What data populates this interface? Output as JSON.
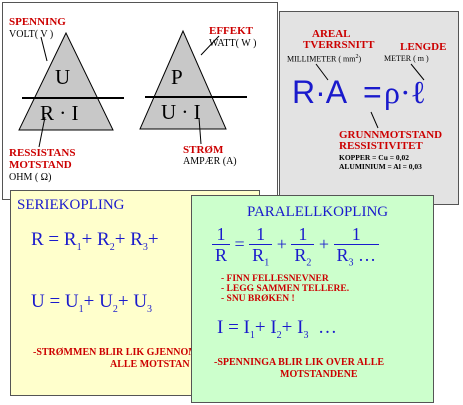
{
  "card_ohm": {
    "triangle_left": {
      "top": "U",
      "bottom": "R · I",
      "label_top_red": "SPENNING",
      "label_top_black": "VOLT( V )",
      "label_bottom_red_1": "RESSISTANS",
      "label_bottom_red_2": "MOTSTAND",
      "label_bottom_black": "OHM ( Ω)"
    },
    "triangle_right": {
      "top": "P",
      "bottom": "U · I",
      "label_top_red": "EFFEKT",
      "label_top_black": "WATT( W )",
      "label_bottom_red": "STRØM",
      "label_bottom_black": "AMPÆR (A)"
    }
  },
  "card_resistivity": {
    "areal_1": "AREAL",
    "areal_2": "TVERRSNITT",
    "areal_unit": "MILLIMETER",
    "areal_unit_sup": "2",
    "areal_unit_mm": "( mm",
    "areal_unit_close": ")",
    "lengde": "LENGDE",
    "lengde_unit": "METER ( m )",
    "formula_left": "R·A",
    "formula_eq": "=",
    "formula_right": "ρ·ℓ",
    "grunn_1": "GRUNNMOTSTAND",
    "grunn_2": "RESSISTIVITET",
    "kopper": "KOPPER = Cu = 0,02",
    "aluminium": "ALUMINIUM = Al = 0,03"
  },
  "card_serie": {
    "title": "SERIEKOPLING",
    "r_lhs": "R = R",
    "r_1": "1",
    "r_plus1": "+  R",
    "r_2": "2",
    "r_plus2": "+  R",
    "r_3": "3",
    "r_plus3": "+",
    "u_lhs": "U = U",
    "u_1": "1",
    "u_plus1": "+  U",
    "u_2": "2",
    "u_plus2": "+  U",
    "u_3": "3",
    "note_1": "-STRØMMEN BLIR LIK GJENNOM",
    "note_2": "ALLE MOTSTAN"
  },
  "card_parallel": {
    "title": "PARALELLKOPLING",
    "f_one": "1",
    "f_R": "R",
    "f_eq": "=",
    "f_R1": "R",
    "f_R1_sub": "1",
    "f_plus": "+",
    "f_R2": "R",
    "f_R2_sub": "2",
    "f_R3": "R",
    "f_R3_sub": "3",
    "f_dots": "…",
    "steps": [
      "- FINN FELLESNEVNER",
      "- LEGG SAMMEN TELLERE.",
      "- SNU BRØKEN !"
    ],
    "i_lhs": "I = I",
    "i_1": "1",
    "i_plus1": "+  I",
    "i_2": "2",
    "i_plus2": "+  I",
    "i_3": "3",
    "i_dots": "…",
    "note_1": "-SPENNINGA BLIR LIK OVER ALLE",
    "note_2": "MOTSTANDENE"
  },
  "colors": {
    "red": "#cc0000",
    "blue": "#1a1acc",
    "triangle_fill": "#c8c8c8",
    "card2_bg": "#e3e3e3",
    "card3_bg": "#ffffcc",
    "card4_bg": "#ccffcc"
  }
}
